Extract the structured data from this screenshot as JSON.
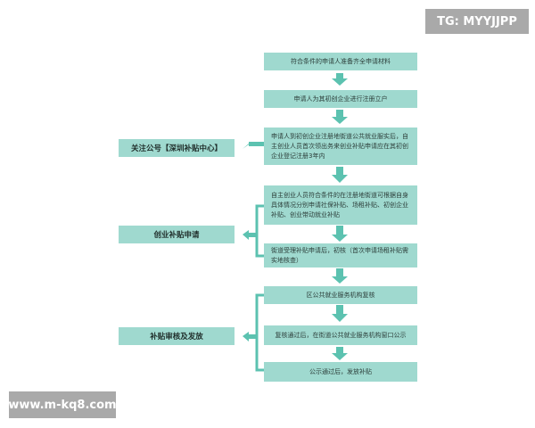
{
  "watermarks": {
    "top": "TG: MYYJJPP",
    "bottom": "www.m-kq8.com"
  },
  "flow": {
    "steps": [
      "符合条件的申请人准备齐全申请材料",
      "申请人为其初创企业进行注册立户",
      "申请人到初创企业注册地街道公共就业服实后，自主创业人员首次领出务来创业补贴申请应在其初创企业登记注册3年内",
      "自主创业人员符合条件的在注册地街道可根据自身具体情况分别申请社保补贴、场租补贴、初创企业补贴、创业带动就业补贴",
      "街道受理补贴申请后，初核（首次申请场租补贴需实地核查）",
      "区公共就业服务机构复核",
      "复核通过后，在街道公共就业服务机构窗口公示",
      "公示通过后，发放补贴"
    ],
    "labels": [
      "关注公号【深圳补贴中心】",
      "创业补贴申请",
      "补贴审核及发放"
    ]
  },
  "colors": {
    "box": "#9fd9cf",
    "arrow": "#5cc2b0",
    "watermark": "#a9a9a9"
  }
}
